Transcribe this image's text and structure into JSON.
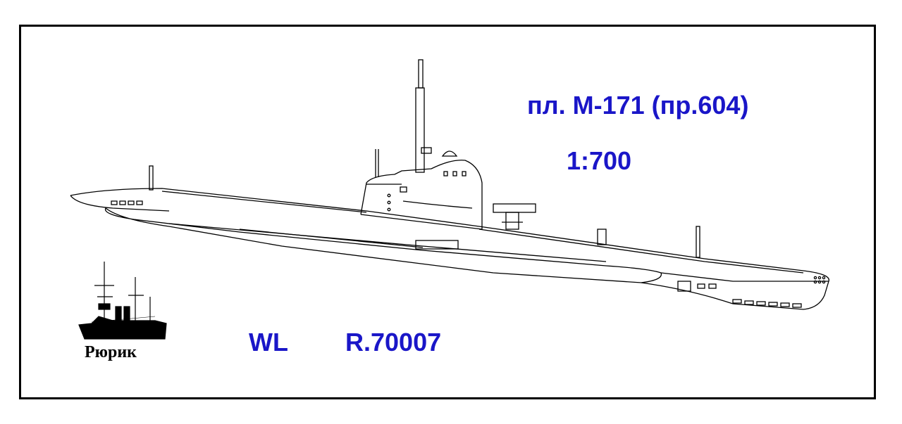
{
  "product": {
    "title": "пл. М-171 (пр.604)",
    "scale": "1:700",
    "type": "WL",
    "code": "R.70007"
  },
  "brand": {
    "name": "Рюрик",
    "logo_icon": "cruiser-ship-silhouette-icon"
  },
  "drawing": {
    "subject_icon": "submarine-line-drawing-icon"
  },
  "colors": {
    "text_accent": "#1a16c8",
    "frame": "#000000"
  }
}
